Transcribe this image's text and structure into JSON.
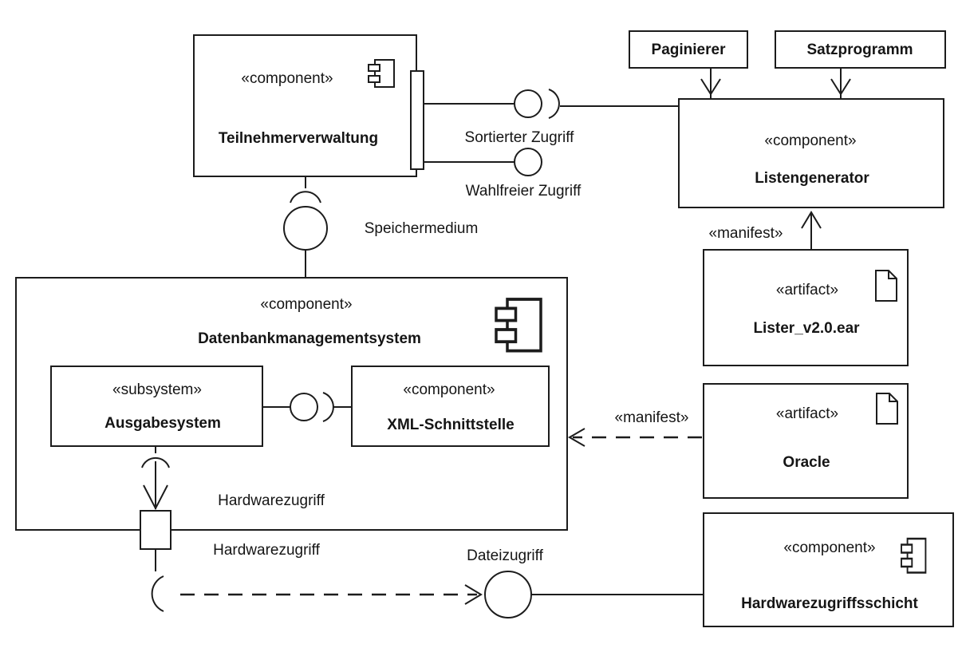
{
  "components": {
    "teilnehmerverwaltung": {
      "stereotype": "«component»",
      "name": "Teilnehmerverwaltung"
    },
    "listengenerator": {
      "stereotype": "«component»",
      "name": "Listengenerator"
    },
    "paginierer": {
      "name": "Paginierer"
    },
    "satzprogramm": {
      "name": "Satzprogramm"
    },
    "dbms": {
      "stereotype": "«component»",
      "name": "Datenbankmanagementsystem"
    },
    "ausgabesystem": {
      "stereotype": "«subsystem»",
      "name": "Ausgabesystem"
    },
    "xml_schnittstelle": {
      "stereotype": "«component»",
      "name": "XML-Schnittstelle"
    },
    "hardwarezugriffsschicht": {
      "stereotype": "«component»",
      "name": "Hardwarezugriffsschicht"
    }
  },
  "artifacts": {
    "lister": {
      "stereotype": "«artifact»",
      "name": "Lister_v2.0.ear"
    },
    "oracle": {
      "stereotype": "«artifact»",
      "name": "Oracle"
    }
  },
  "interfaces": {
    "sortierter_zugriff": "Sortierter Zugriff",
    "wahlfreier_zugriff": "Wahlfreier Zugriff",
    "speichermedium": "Speichermedium",
    "hardwarezugriff_inner": "Hardwarezugriff",
    "hardwarezugriff_port": "Hardwarezugriff",
    "dateizugriff": "Dateizugriff"
  },
  "dependencies": {
    "manifest_lister": "«manifest»",
    "manifest_oracle": "«manifest»"
  }
}
